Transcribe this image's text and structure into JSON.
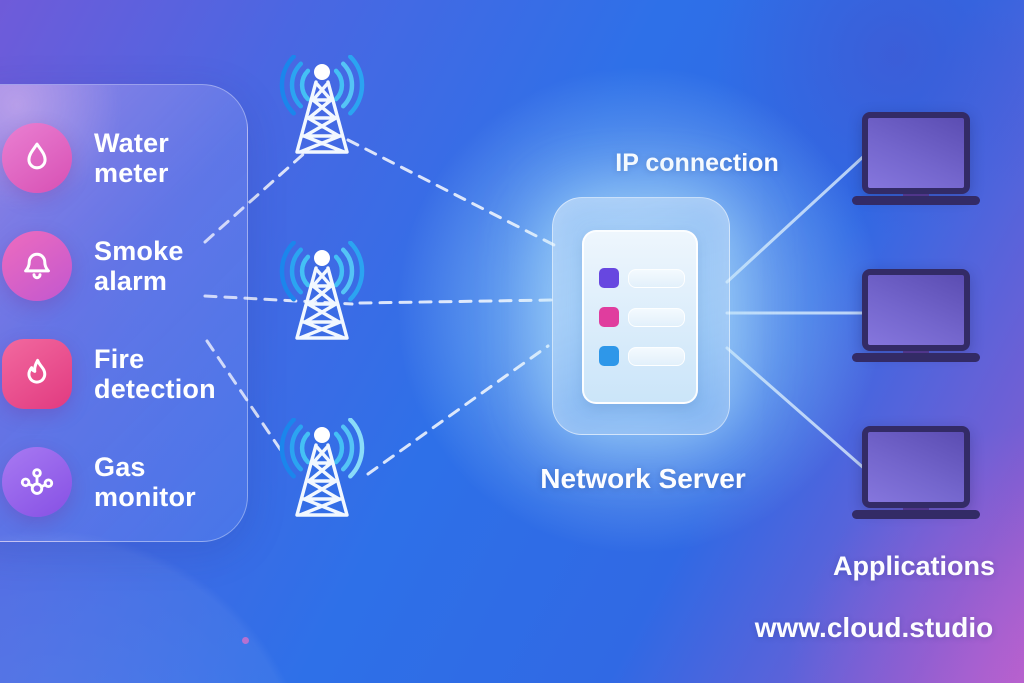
{
  "sidebar": {
    "items": [
      {
        "line1": "Water",
        "line2": "meter",
        "icon": "water-drop-icon",
        "badge_from": "#ea80d2",
        "badge_to": "#d750b4"
      },
      {
        "line1": "Smoke",
        "line2": "alarm",
        "icon": "bell-icon",
        "badge_from": "#ee6cbe",
        "badge_to": "#c257cf"
      },
      {
        "line1": "Fire",
        "line2": "detection",
        "icon": "flame-icon",
        "badge_from": "#f2699f",
        "badge_to": "#e13a80"
      },
      {
        "line1": "Gas",
        "line2": "monitor",
        "icon": "molecule-icon",
        "badge_from": "#a87af2",
        "badge_to": "#8650e4"
      }
    ]
  },
  "network": {
    "ip_label": "IP connection",
    "server_label": "Network Server",
    "server_rows": [
      {
        "color": "#6747e0"
      },
      {
        "color": "#e03d9e"
      },
      {
        "color": "#2e97e9"
      }
    ]
  },
  "right": {
    "applications_label": "Applications",
    "website": "www.cloud.studio"
  },
  "colors": {
    "dashed_link": "#ffffff",
    "solid_link": "#d9ecfc",
    "server_glow": "#aadcfa",
    "tower_wave_inner": "#44c0f5",
    "tower_wave_mid": "#2ba4f1",
    "tower_wave_outer": "#1b86ec",
    "laptop_frame": "#332b66",
    "laptop_screen": "#7365cc",
    "background_blue": "#2e70e8",
    "background_purple_topleft": "#6f5bd9",
    "background_magenta_bottomright": "#9f62cf"
  }
}
